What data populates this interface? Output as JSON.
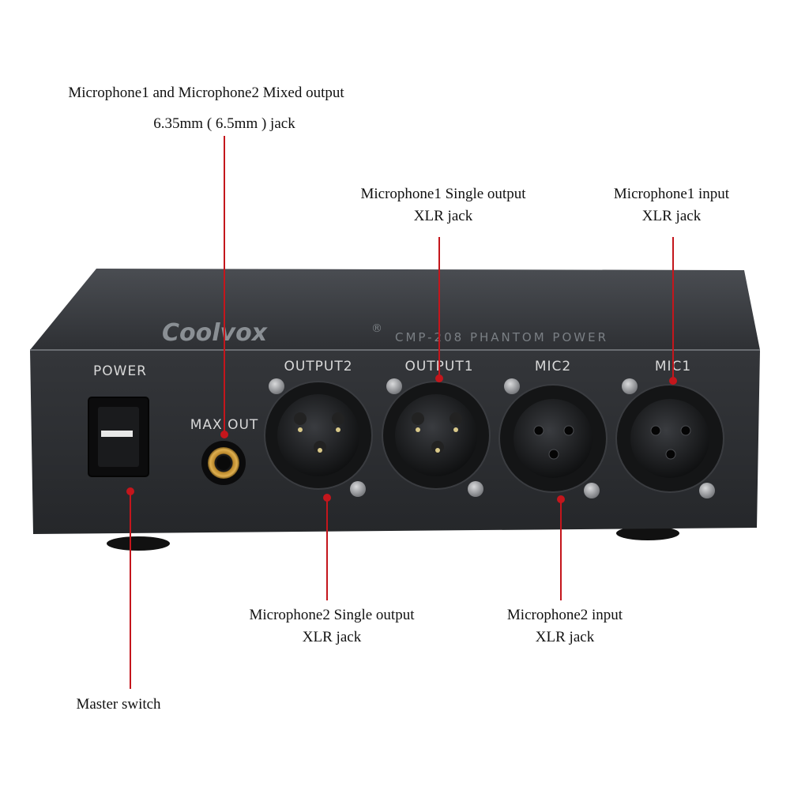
{
  "device": {
    "brand": "Coolvox",
    "registered_mark": "®",
    "model_text": "CMP-208 PHANTOM POWER",
    "panel_labels": {
      "power": "POWER",
      "max_out": "MAX OUT",
      "output2": "OUTPUT2",
      "output1": "OUTPUT1",
      "mic2": "MIC2",
      "mic1": "MIC1"
    },
    "body_color": "#2b2d30",
    "callout_color": "#c4161c"
  },
  "callouts": {
    "mixed_output": {
      "line1": "Microphone1 and Microphone2 Mixed output",
      "line2": "6.35mm ( 6.5mm )  jack"
    },
    "mic1_single_output": {
      "line1": "Microphone1 Single output",
      "line2": "XLR jack"
    },
    "mic1_input": {
      "line1": "Microphone1 input",
      "line2": "XLR jack"
    },
    "mic2_single_output": {
      "line1": "Microphone2 Single output",
      "line2": "XLR jack"
    },
    "mic2_input": {
      "line1": "Microphone2 input",
      "line2": "XLR jack"
    },
    "master_switch": {
      "line1": "Master switch"
    }
  }
}
